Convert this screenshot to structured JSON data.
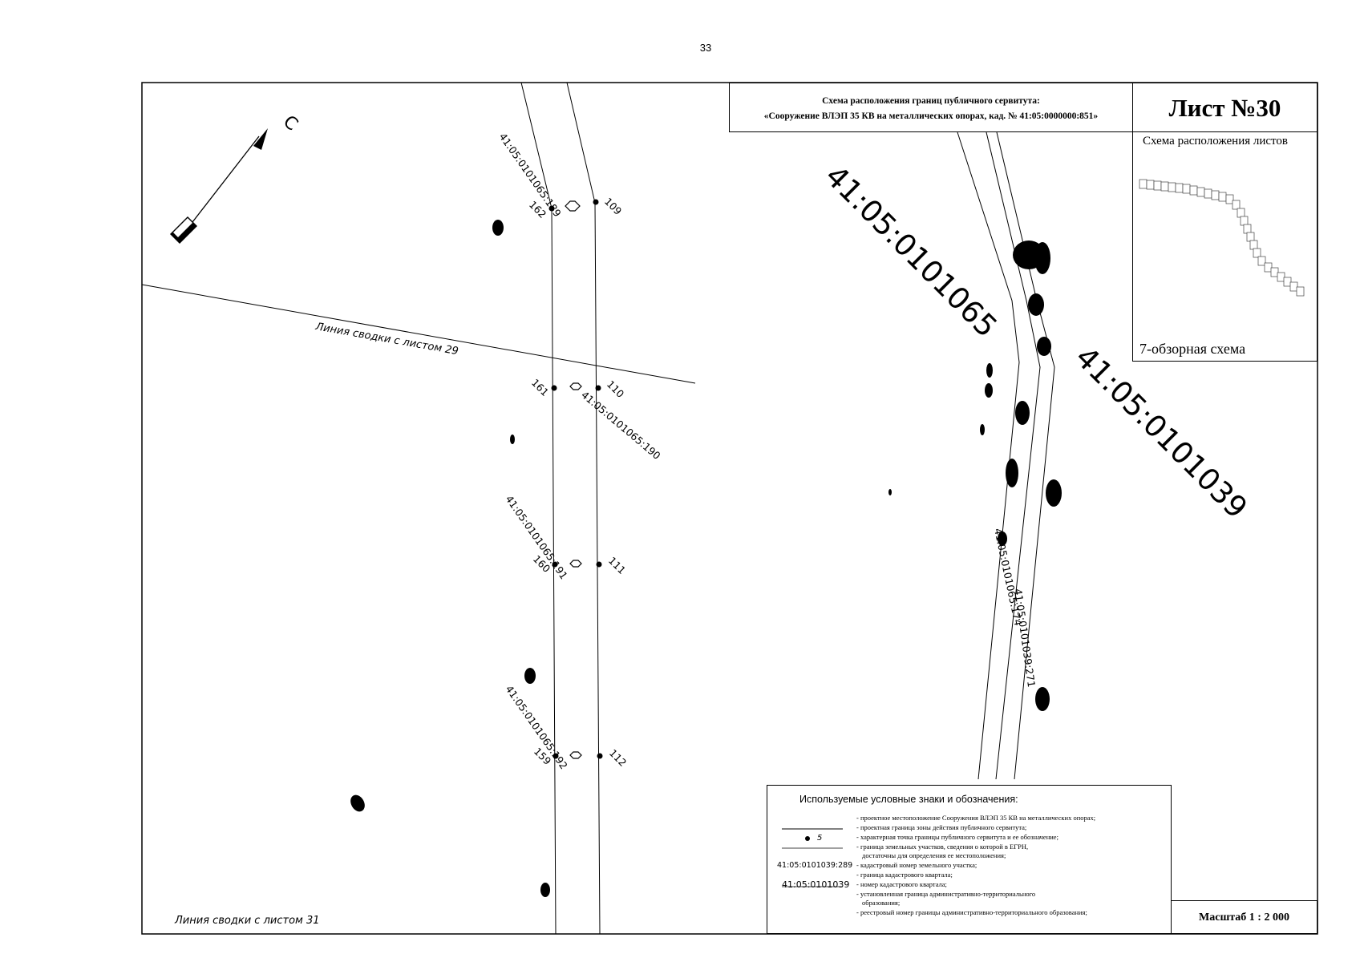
{
  "page": {
    "number": "33"
  },
  "title": {
    "line1": "Схема расположения границ публичного сервитута:",
    "line2": "«Сооружение ВЛЭП 35 КВ на металлических опорах, кад. № 41:05:0000000:851»"
  },
  "sheet": {
    "label": "Лист №30"
  },
  "layout": {
    "title": "Схема расположения листов",
    "caption": "7-обзорная схема"
  },
  "north": {
    "label": "С"
  },
  "match_lines": {
    "top": "Линия сводки с листом 29",
    "bottom": "Линия сводки с листом 31"
  },
  "quarters": {
    "q1": "41:05:0101065",
    "q2": "41:05:0101039"
  },
  "parcels": {
    "p189": "41:05:0101065:189",
    "p190": "41:05:0101065:190",
    "p191": "41:05:0101065:191",
    "p192": "41:05:0101065:192",
    "p174": "41:05:0101065:174",
    "p271": "41:05:0101039:271"
  },
  "points": {
    "p162": "162",
    "p109": "109",
    "p161": "161",
    "p110": "110",
    "p160": "160",
    "p111": "111",
    "p159": "159",
    "p112": "112"
  },
  "legend": {
    "title": "Используемые условные знаки и обозначения:",
    "point_sample": "5",
    "parcel_sample": "41:05:0101039:289",
    "quarter_sample": "41:05:0101039",
    "items": [
      "- проектное местоположение Сооружения ВЛЭП 35 КВ на металлических опорах;",
      "- проектная граница зоны действия публичного сервитута;",
      "- характерная точка границы публичного сервитута и ее обозначение;",
      "- граница земельных участков, сведения о которой в ЕГРН,",
      "достаточны для определения ее местоположения;",
      "- кадастровый номер земельного участка;",
      "- граница кадастрового квартала;",
      "- номер кадастрового квартала;",
      "- установленная граница административно-территориального",
      "образования;",
      "- реестровый номер границы административно-территориального  образования;"
    ]
  },
  "scale": {
    "label": "Масштаб 1 : 2 000"
  }
}
